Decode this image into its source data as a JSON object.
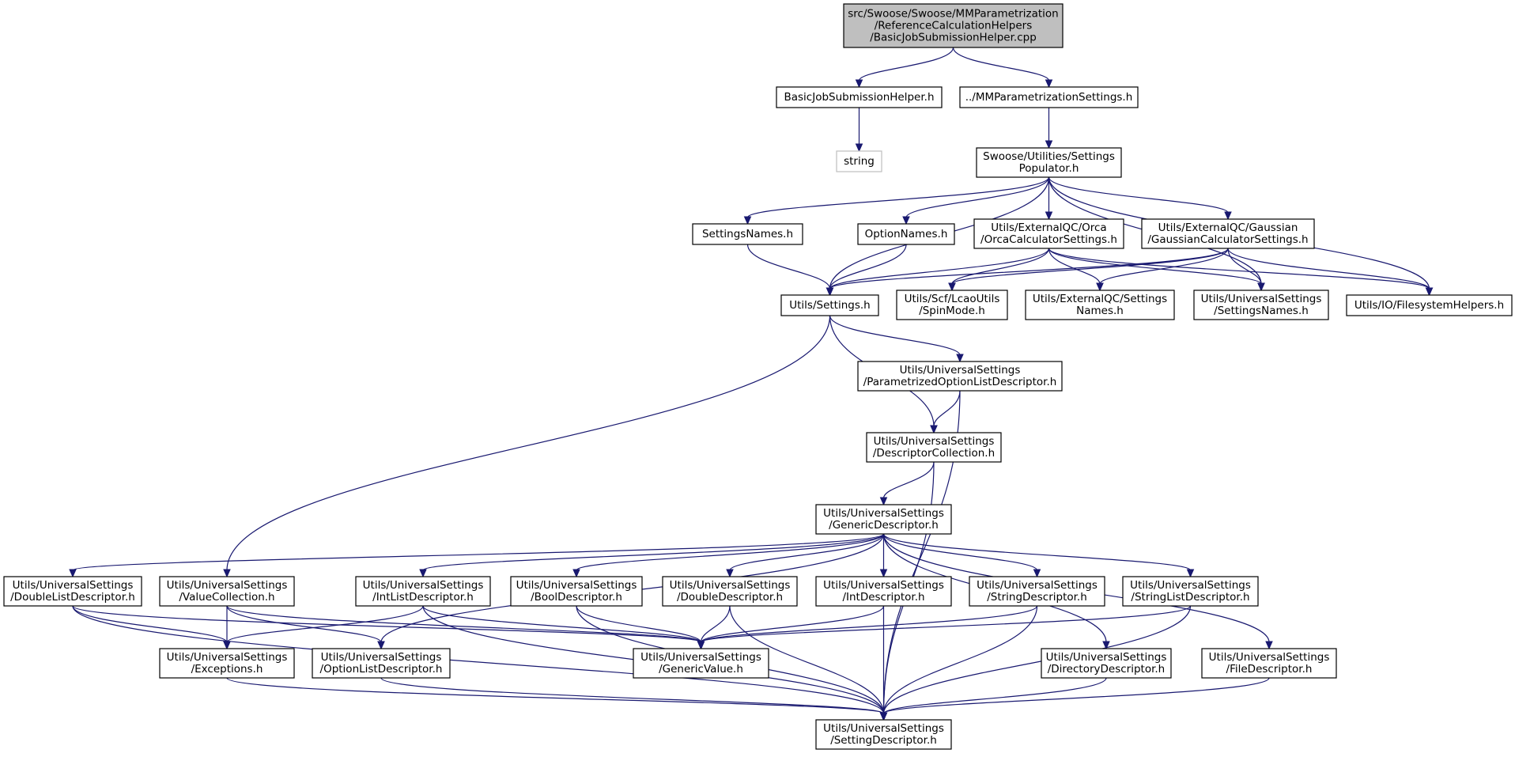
{
  "diagram": {
    "edge_color": "#191970",
    "root_fill": "#bfbfbf",
    "external_stroke": "#bfbfbf",
    "nodes": [
      {
        "id": "root",
        "lines": [
          "src/Swoose/Swoose/MMParametrization",
          "/ReferenceCalculationHelpers",
          "/BasicJobSubmissionHelper.cpp"
        ],
        "kind": "root"
      },
      {
        "id": "bjsh",
        "lines": [
          "BasicJobSubmissionHelper.h"
        ],
        "kind": "file"
      },
      {
        "id": "mmps",
        "lines": [
          "../MMParametrizationSettings.h"
        ],
        "kind": "file"
      },
      {
        "id": "string",
        "lines": [
          "string"
        ],
        "kind": "external"
      },
      {
        "id": "sp",
        "lines": [
          "Swoose/Utilities/Settings",
          "Populator.h"
        ],
        "kind": "file"
      },
      {
        "id": "sn",
        "lines": [
          "SettingsNames.h"
        ],
        "kind": "file"
      },
      {
        "id": "on",
        "lines": [
          "OptionNames.h"
        ],
        "kind": "file"
      },
      {
        "id": "orca",
        "lines": [
          "Utils/ExternalQC/Orca",
          "/OrcaCalculatorSettings.h"
        ],
        "kind": "file"
      },
      {
        "id": "gauss",
        "lines": [
          "Utils/ExternalQC/Gaussian",
          "/GaussianCalculatorSettings.h"
        ],
        "kind": "file"
      },
      {
        "id": "settings",
        "lines": [
          "Utils/Settings.h"
        ],
        "kind": "file"
      },
      {
        "id": "spin",
        "lines": [
          "Utils/Scf/LcaoUtils",
          "/SpinMode.h"
        ],
        "kind": "file"
      },
      {
        "id": "eqsn",
        "lines": [
          "Utils/ExternalQC/Settings",
          "Names.h"
        ],
        "kind": "file"
      },
      {
        "id": "ussn",
        "lines": [
          "Utils/UniversalSettings",
          "/SettingsNames.h"
        ],
        "kind": "file"
      },
      {
        "id": "fsh",
        "lines": [
          "Utils/IO/FilesystemHelpers.h"
        ],
        "kind": "file"
      },
      {
        "id": "pold",
        "lines": [
          "Utils/UniversalSettings",
          "/ParametrizedOptionListDescriptor.h"
        ],
        "kind": "file"
      },
      {
        "id": "dc",
        "lines": [
          "Utils/UniversalSettings",
          "/DescriptorCollection.h"
        ],
        "kind": "file"
      },
      {
        "id": "gd",
        "lines": [
          "Utils/UniversalSettings",
          "/GenericDescriptor.h"
        ],
        "kind": "file"
      },
      {
        "id": "dld",
        "lines": [
          "Utils/UniversalSettings",
          "/DoubleListDescriptor.h"
        ],
        "kind": "file"
      },
      {
        "id": "vc",
        "lines": [
          "Utils/UniversalSettings",
          "/ValueCollection.h"
        ],
        "kind": "file"
      },
      {
        "id": "ild",
        "lines": [
          "Utils/UniversalSettings",
          "/IntListDescriptor.h"
        ],
        "kind": "file"
      },
      {
        "id": "bd",
        "lines": [
          "Utils/UniversalSettings",
          "/BoolDescriptor.h"
        ],
        "kind": "file"
      },
      {
        "id": "dd",
        "lines": [
          "Utils/UniversalSettings",
          "/DoubleDescriptor.h"
        ],
        "kind": "file"
      },
      {
        "id": "id",
        "lines": [
          "Utils/UniversalSettings",
          "/IntDescriptor.h"
        ],
        "kind": "file"
      },
      {
        "id": "sd",
        "lines": [
          "Utils/UniversalSettings",
          "/StringDescriptor.h"
        ],
        "kind": "file"
      },
      {
        "id": "sld",
        "lines": [
          "Utils/UniversalSettings",
          "/StringListDescriptor.h"
        ],
        "kind": "file"
      },
      {
        "id": "exc",
        "lines": [
          "Utils/UniversalSettings",
          "/Exceptions.h"
        ],
        "kind": "file"
      },
      {
        "id": "old",
        "lines": [
          "Utils/UniversalSettings",
          "/OptionListDescriptor.h"
        ],
        "kind": "file"
      },
      {
        "id": "gv",
        "lines": [
          "Utils/UniversalSettings",
          "/GenericValue.h"
        ],
        "kind": "file"
      },
      {
        "id": "dird",
        "lines": [
          "Utils/UniversalSettings",
          "/DirectoryDescriptor.h"
        ],
        "kind": "file"
      },
      {
        "id": "fd",
        "lines": [
          "Utils/UniversalSettings",
          "/FileDescriptor.h"
        ],
        "kind": "file"
      },
      {
        "id": "setd",
        "lines": [
          "Utils/UniversalSettings",
          "/SettingDescriptor.h"
        ],
        "kind": "file"
      }
    ],
    "edges": [
      [
        "root",
        "bjsh"
      ],
      [
        "root",
        "mmps"
      ],
      [
        "bjsh",
        "string"
      ],
      [
        "mmps",
        "sp"
      ],
      [
        "sp",
        "sn"
      ],
      [
        "sp",
        "on"
      ],
      [
        "sp",
        "orca"
      ],
      [
        "sp",
        "gauss"
      ],
      [
        "sp",
        "settings"
      ],
      [
        "sp",
        "ussn"
      ],
      [
        "sp",
        "fsh"
      ],
      [
        "sn",
        "settings"
      ],
      [
        "on",
        "settings"
      ],
      [
        "orca",
        "settings"
      ],
      [
        "orca",
        "spin"
      ],
      [
        "orca",
        "eqsn"
      ],
      [
        "orca",
        "ussn"
      ],
      [
        "orca",
        "fsh"
      ],
      [
        "gauss",
        "settings"
      ],
      [
        "gauss",
        "spin"
      ],
      [
        "gauss",
        "eqsn"
      ],
      [
        "gauss",
        "ussn"
      ],
      [
        "gauss",
        "fsh"
      ],
      [
        "settings",
        "pold"
      ],
      [
        "settings",
        "dc"
      ],
      [
        "settings",
        "vc"
      ],
      [
        "pold",
        "dc"
      ],
      [
        "pold",
        "setd"
      ],
      [
        "dc",
        "gd"
      ],
      [
        "dc",
        "setd"
      ],
      [
        "gd",
        "dld"
      ],
      [
        "gd",
        "old"
      ],
      [
        "gd",
        "ild"
      ],
      [
        "gd",
        "bd"
      ],
      [
        "gd",
        "dd"
      ],
      [
        "gd",
        "id"
      ],
      [
        "gd",
        "sd"
      ],
      [
        "gd",
        "sld"
      ],
      [
        "gd",
        "dird"
      ],
      [
        "gd",
        "fd"
      ],
      [
        "dld",
        "exc"
      ],
      [
        "dld",
        "gv"
      ],
      [
        "dld",
        "setd"
      ],
      [
        "vc",
        "exc"
      ],
      [
        "vc",
        "old"
      ],
      [
        "vc",
        "gv"
      ],
      [
        "ild",
        "exc"
      ],
      [
        "ild",
        "gv"
      ],
      [
        "ild",
        "setd"
      ],
      [
        "bd",
        "gv"
      ],
      [
        "bd",
        "setd"
      ],
      [
        "dd",
        "gv"
      ],
      [
        "dd",
        "setd"
      ],
      [
        "id",
        "gv"
      ],
      [
        "id",
        "setd"
      ],
      [
        "sd",
        "gv"
      ],
      [
        "sd",
        "setd"
      ],
      [
        "sld",
        "gv"
      ],
      [
        "sld",
        "setd"
      ],
      [
        "exc",
        "setd"
      ],
      [
        "old",
        "setd"
      ],
      [
        "dird",
        "setd"
      ],
      [
        "fd",
        "setd"
      ]
    ]
  }
}
